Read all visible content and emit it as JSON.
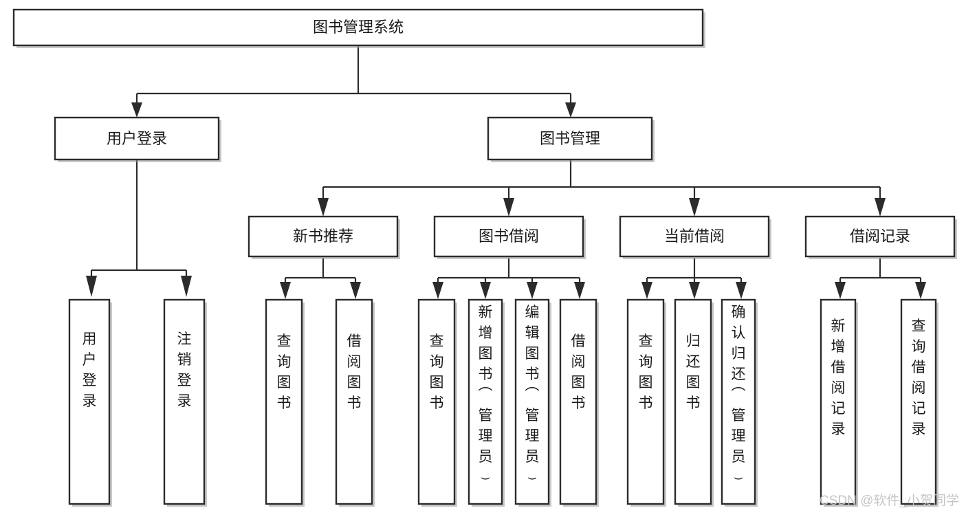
{
  "diagram": {
    "title": "图书管理系统",
    "watermark": "CSDN @软件_小贺同学",
    "colors": {
      "background": "#ffffff",
      "box_stroke": "#2b2b2b",
      "box_fill": "#ffffff",
      "text": "#1a1a1a",
      "watermark": "#c2c2c2",
      "shadow": "#9b9b9b"
    },
    "root": {
      "label": "图书管理系统"
    },
    "level2": [
      {
        "label": "用户登录"
      },
      {
        "label": "图书管理"
      }
    ],
    "level3": [
      {
        "label": "新书推荐"
      },
      {
        "label": "图书借阅"
      },
      {
        "label": "当前借阅"
      },
      {
        "label": "借阅记录"
      }
    ],
    "leaves": {
      "user_login": [
        {
          "label": "用户登录"
        },
        {
          "label": "注销登录"
        }
      ],
      "new_book": [
        {
          "label": "查询图书"
        },
        {
          "label": "借阅图书"
        }
      ],
      "book_borrow": [
        {
          "label": "查询图书"
        },
        {
          "label": "新增图书（管理员）"
        },
        {
          "label": "编辑图书（管理员）"
        },
        {
          "label": "借阅图书"
        }
      ],
      "current_borrow": [
        {
          "label": "查询图书"
        },
        {
          "label": "归还图书"
        },
        {
          "label": "确认归还（管理员）"
        }
      ],
      "borrow_record": [
        {
          "label": "新增借阅记录"
        },
        {
          "label": "查询借阅记录"
        }
      ]
    }
  }
}
